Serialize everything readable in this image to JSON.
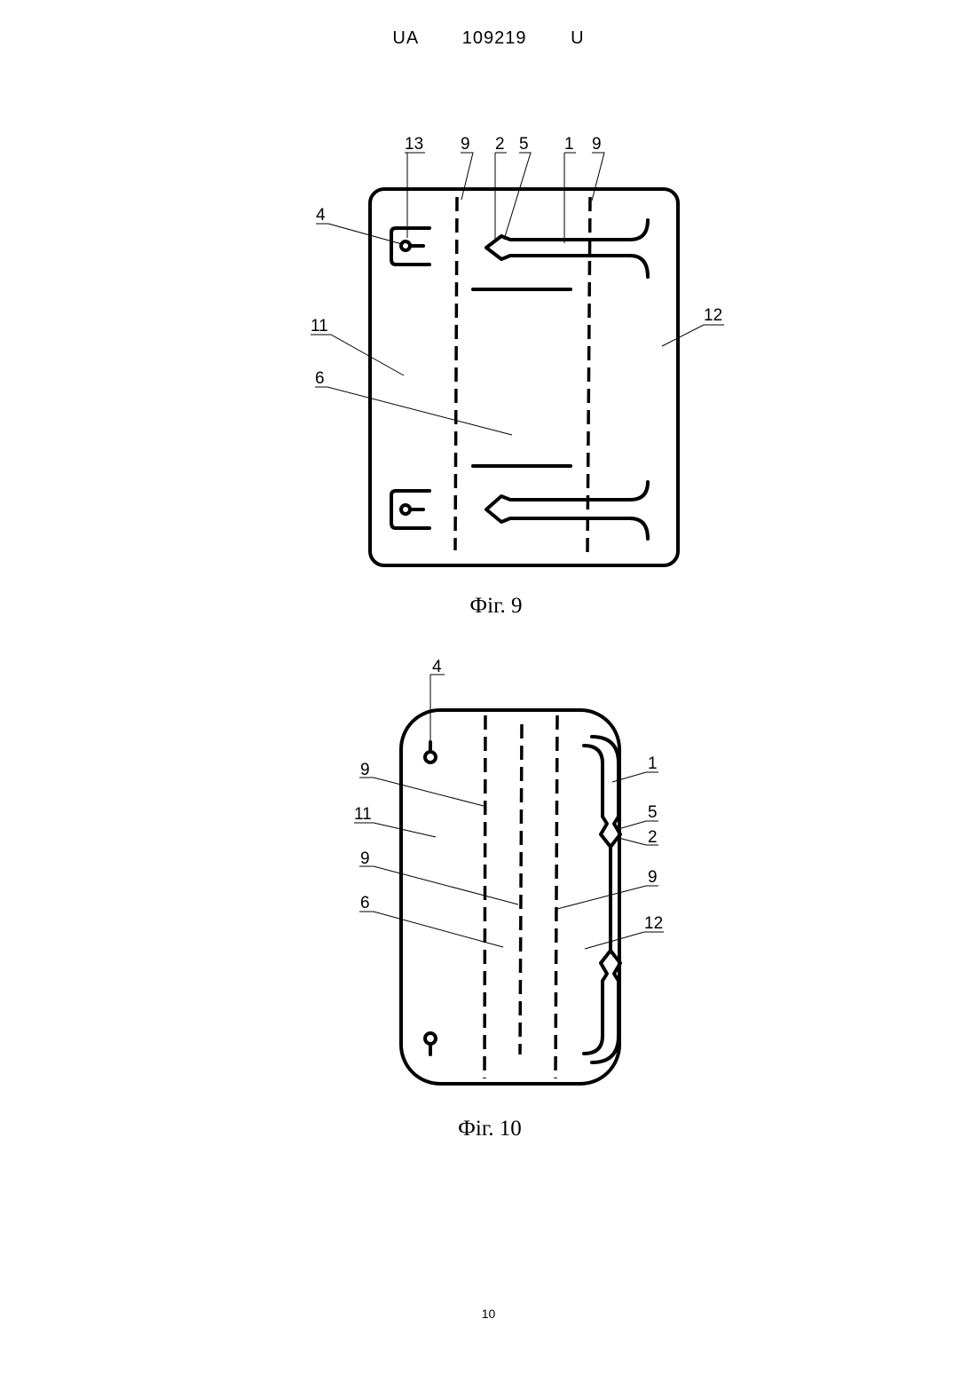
{
  "header": {
    "doc_number": "UA   109219   U"
  },
  "figure9": {
    "caption": "Фіг. 9",
    "labels": {
      "l13": "13",
      "l9a": "9",
      "l2": "2",
      "l5": "5",
      "l1": "1",
      "l9b": "9",
      "l4": "4",
      "l11": "11",
      "l12": "12",
      "l6": "6"
    }
  },
  "figure10": {
    "caption": "Фіг. 10",
    "labels": {
      "l4": "4",
      "l1": "1",
      "l9a": "9",
      "l11": "11",
      "l5": "5",
      "l2": "2",
      "l9b": "9",
      "l9c": "9",
      "l6": "6",
      "l12": "12"
    }
  },
  "footer": {
    "page_number": "10"
  }
}
